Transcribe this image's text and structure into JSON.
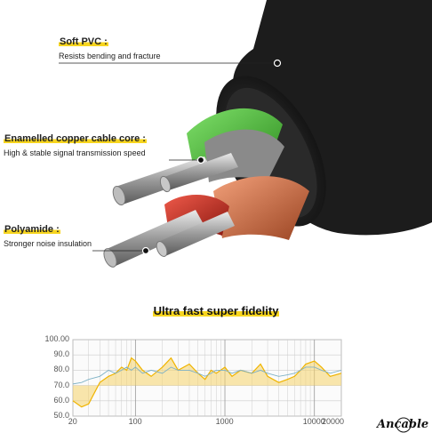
{
  "callouts": [
    {
      "title": "Soft PVC :",
      "desc": "Resists bending and fracture"
    },
    {
      "title": "Enamelled copper cable core :",
      "desc": "High & stable signal transmission speed"
    },
    {
      "title": "Polyamide :",
      "desc": "Stronger noise insulation"
    }
  ],
  "chart_title": "Ultra fast super fidelity",
  "logo_text": "Ancable",
  "colors": {
    "highlight": "#f7d51f",
    "yellow_series": "#f0b400",
    "blue_series": "#7fb2c6",
    "cable_black": "#1c1c1c"
  },
  "chart_data": {
    "type": "area",
    "x_scale": "log",
    "xlim": [
      20,
      20000
    ],
    "ylim": [
      50,
      100
    ],
    "yticks": [
      "100.00",
      "90.0",
      "80.0",
      "70.0",
      "60.0",
      "50.0"
    ],
    "xticks": [
      "20",
      "100",
      "1000",
      "10000",
      "20000"
    ],
    "x": [
      20,
      25,
      30,
      40,
      50,
      60,
      70,
      80,
      90,
      100,
      120,
      150,
      200,
      250,
      300,
      400,
      500,
      600,
      700,
      800,
      1000,
      1200,
      1500,
      2000,
      2500,
      3000,
      4000,
      5000,
      6000,
      7000,
      8000,
      10000,
      12000,
      15000,
      20000
    ],
    "series": [
      {
        "values": [
          60,
          56,
          58,
          72,
          76,
          78,
          82,
          80,
          88,
          86,
          80,
          76,
          82,
          88,
          80,
          84,
          78,
          74,
          80,
          78,
          82,
          76,
          80,
          78,
          84,
          76,
          72,
          74,
          76,
          80,
          84,
          86,
          82,
          76,
          78
        ]
      },
      {
        "values": [
          71,
          72,
          74,
          76,
          80,
          78,
          80,
          82,
          80,
          82,
          78,
          80,
          78,
          82,
          80,
          80,
          78,
          76,
          78,
          80,
          80,
          78,
          80,
          78,
          80,
          78,
          76,
          77,
          78,
          80,
          82,
          82,
          80,
          78,
          80
        ]
      }
    ]
  }
}
